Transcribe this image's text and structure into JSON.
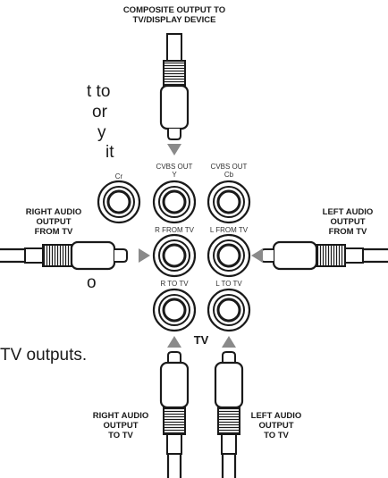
{
  "body_text_fragments": [
    "t to",
    "or",
    "y",
    "it",
    "o",
    "TV outputs."
  ],
  "callouts": {
    "composite_output": [
      "COMPOSITE OUTPUT TO",
      "TV/DISPLAY DEVICE"
    ],
    "right_audio_from_tv": [
      "RIGHT AUDIO",
      "OUTPUT",
      "FROM TV"
    ],
    "left_audio_from_tv": [
      "LEFT AUDIO",
      "OUTPUT",
      "FROM TV"
    ],
    "right_audio_to_tv": [
      "RIGHT AUDIO",
      "OUTPUT",
      "TO TV"
    ],
    "left_audio_to_tv": [
      "LEFT AUDIO",
      "OUTPUT",
      "TO TV"
    ]
  },
  "jack_labels": {
    "cr": [
      "Cr"
    ],
    "cvbs_y": [
      "CVBS OUT",
      "Y"
    ],
    "cvbs_cb": [
      "CVBS OUT",
      "Cb"
    ],
    "r_from_tv": [
      "R FROM TV"
    ],
    "l_from_tv": [
      "L FROM TV"
    ],
    "r_to_tv": [
      "R TO TV"
    ],
    "l_to_tv": [
      "L TO TV"
    ]
  },
  "tv_label": "TV",
  "colors": {
    "ink": "#1a1a1a",
    "arrow": "#8a8a8a"
  }
}
